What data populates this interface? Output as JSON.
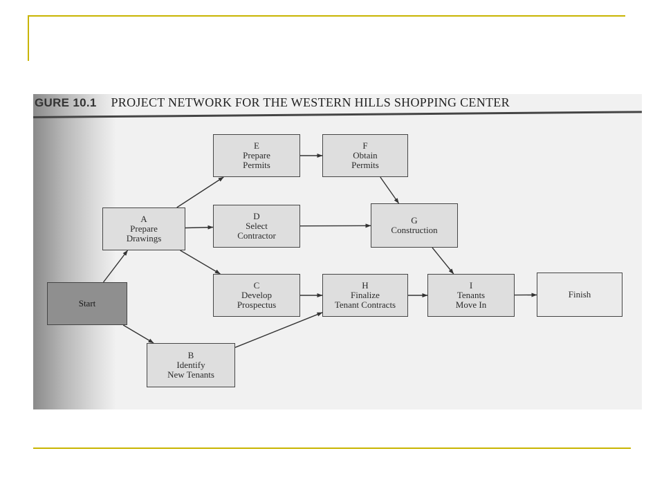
{
  "figure": {
    "number": "GURE 10.1",
    "title": "PROJECT NETWORK FOR THE WESTERN HILLS SHOPPING CENTER"
  },
  "nodes": [
    {
      "id": "start",
      "letter": "",
      "lines": [
        "Start"
      ]
    },
    {
      "id": "a",
      "letter": "A",
      "lines": [
        "Prepare",
        "Drawings"
      ]
    },
    {
      "id": "b",
      "letter": "B",
      "lines": [
        "Identify",
        "New Tenants"
      ]
    },
    {
      "id": "c",
      "letter": "C",
      "lines": [
        "Develop",
        "Prospectus"
      ]
    },
    {
      "id": "d",
      "letter": "D",
      "lines": [
        "Select",
        "Contractor"
      ]
    },
    {
      "id": "e",
      "letter": "E",
      "lines": [
        "Prepare",
        "Permits"
      ]
    },
    {
      "id": "f",
      "letter": "F",
      "lines": [
        "Obtain",
        "Permits"
      ]
    },
    {
      "id": "g",
      "letter": "G",
      "lines": [
        "Construction"
      ]
    },
    {
      "id": "h",
      "letter": "H",
      "lines": [
        "Finalize",
        "Tenant Contracts"
      ]
    },
    {
      "id": "i",
      "letter": "I",
      "lines": [
        "Tenants",
        "Move In"
      ]
    },
    {
      "id": "finish",
      "letter": "",
      "lines": [
        "Finish"
      ]
    }
  ],
  "edges": [
    {
      "from": "start",
      "to": "a"
    },
    {
      "from": "start",
      "to": "b"
    },
    {
      "from": "a",
      "to": "e"
    },
    {
      "from": "a",
      "to": "d"
    },
    {
      "from": "a",
      "to": "c"
    },
    {
      "from": "e",
      "to": "f"
    },
    {
      "from": "f",
      "to": "g"
    },
    {
      "from": "d",
      "to": "g"
    },
    {
      "from": "c",
      "to": "h"
    },
    {
      "from": "b",
      "to": "h"
    },
    {
      "from": "g",
      "to": "i"
    },
    {
      "from": "h",
      "to": "i"
    },
    {
      "from": "i",
      "to": "finish"
    }
  ]
}
